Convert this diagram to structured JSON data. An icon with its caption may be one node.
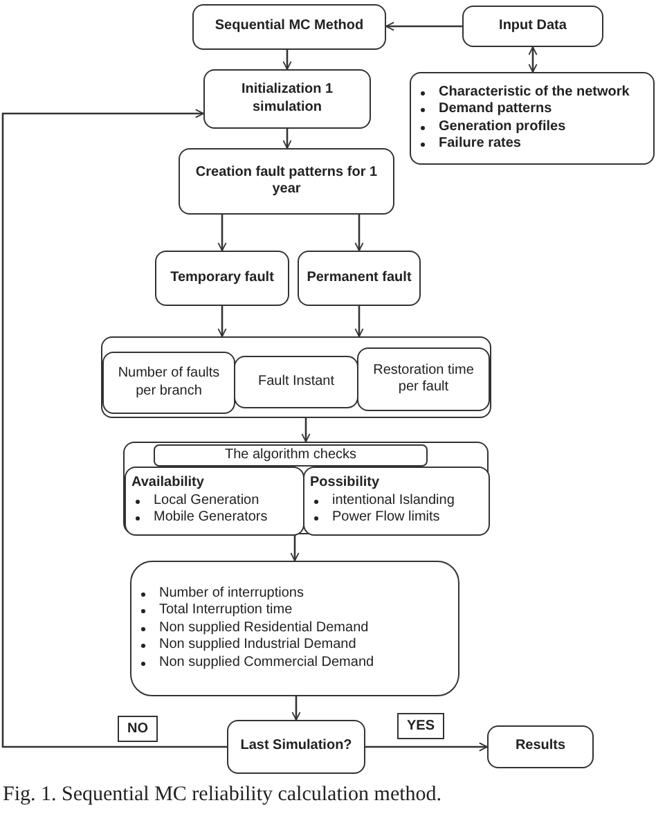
{
  "diagram": {
    "caption": "Fig. 1. Sequential MC reliability calculation method.",
    "nodes": [
      {
        "text": [
          "Sequential MC Method"
        ]
      },
      {
        "text": [
          "Input Data"
        ]
      },
      {
        "text": [
          "Characteristic of the network",
          "Demand patterns",
          "Generation profiles",
          "Failure rates"
        ]
      },
      {
        "text": [
          "Initialization 1 simulation"
        ]
      },
      {
        "text": [
          "Creation fault patterns for 1 year"
        ]
      },
      {
        "text": [
          "Temporary fault"
        ]
      },
      {
        "text": [
          "Permanent fault"
        ]
      },
      {
        "text": [],
        "shape": "box"
      },
      {
        "text": [
          "Number of faults per branch"
        ],
        "in": 7
      },
      {
        "text": [
          "Fault Instant"
        ],
        "in": 7
      },
      {
        "text": [
          "Restoration time per fault"
        ],
        "in": 7
      },
      {
        "text": [],
        "shape": "box"
      },
      {
        "text": [
          "The algorithm checks"
        ],
        "in": 11
      },
      {
        "text": [
          "Availability",
          "Local Generation",
          "Mobile Generators"
        ],
        "in": 11
      },
      {
        "text": [
          "Possibility",
          "intentional Islanding",
          "Power Flow limits"
        ],
        "in": 11
      },
      {
        "text": [
          "Number of interruptions",
          "Total Interruption time",
          "Non supplied Residential Demand",
          "Non supplied Industrial Demand",
          "Non supplied Commercial Demand"
        ]
      },
      {
        "text": [
          "Last Simulation?"
        ]
      },
      {
        "text": [
          "Results"
        ]
      }
    ],
    "edges": [
      {
        "from": 1,
        "to": 0,
        "arrow": "to"
      },
      {
        "from": 1,
        "to": 2,
        "arrow": "both"
      },
      {
        "from": 0,
        "to": 3,
        "arrow": "to"
      },
      {
        "from": 3,
        "to": 4,
        "arrow": "to"
      },
      {
        "from": 4,
        "to": 5,
        "arrow": "to"
      },
      {
        "from": 4,
        "to": 6,
        "arrow": "to"
      },
      {
        "from": 5,
        "to": 7,
        "arrow": "to"
      },
      {
        "from": 6,
        "to": 7,
        "arrow": "to"
      },
      {
        "from": 7,
        "to": 11,
        "arrow": "to"
      },
      {
        "from": 11,
        "to": 15,
        "arrow": "to"
      },
      {
        "from": 15,
        "to": 16,
        "arrow": "to"
      },
      {
        "from": 16,
        "to": 17,
        "arrow": "to",
        "label": "YES"
      },
      {
        "from": 16,
        "to": 3,
        "arrow": "to",
        "label": "NO"
      }
    ]
  }
}
